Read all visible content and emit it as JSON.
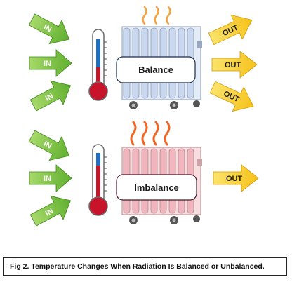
{
  "colors": {
    "in_arrow": "#5faf2e",
    "in_arrow_light": "#a7d96a",
    "out_arrow": "#f6c21a",
    "out_arrow_light": "#fbe36a",
    "radiator_cool": "#c9d8ef",
    "radiator_hot": "#f1b5bd",
    "heat_wave_light": "#f6a23c",
    "heat_wave_strong": "#f26522",
    "thermo_red": "#c8142a",
    "thermo_blue": "#1f6fc4"
  },
  "panels": [
    {
      "label": "Balance",
      "state": "cool",
      "in_arrows": [
        "IN",
        "IN",
        "IN"
      ],
      "out_arrows": [
        "OUT",
        "OUT",
        "OUT"
      ],
      "heat_waves": 3
    },
    {
      "label": "Imbalance",
      "state": "hot",
      "in_arrows": [
        "IN",
        "IN",
        "IN"
      ],
      "out_arrows": [
        "OUT"
      ],
      "heat_waves": 4
    }
  ],
  "caption": "Fig 2. Temperature Changes When Radiation Is Balanced or Unbalanced."
}
